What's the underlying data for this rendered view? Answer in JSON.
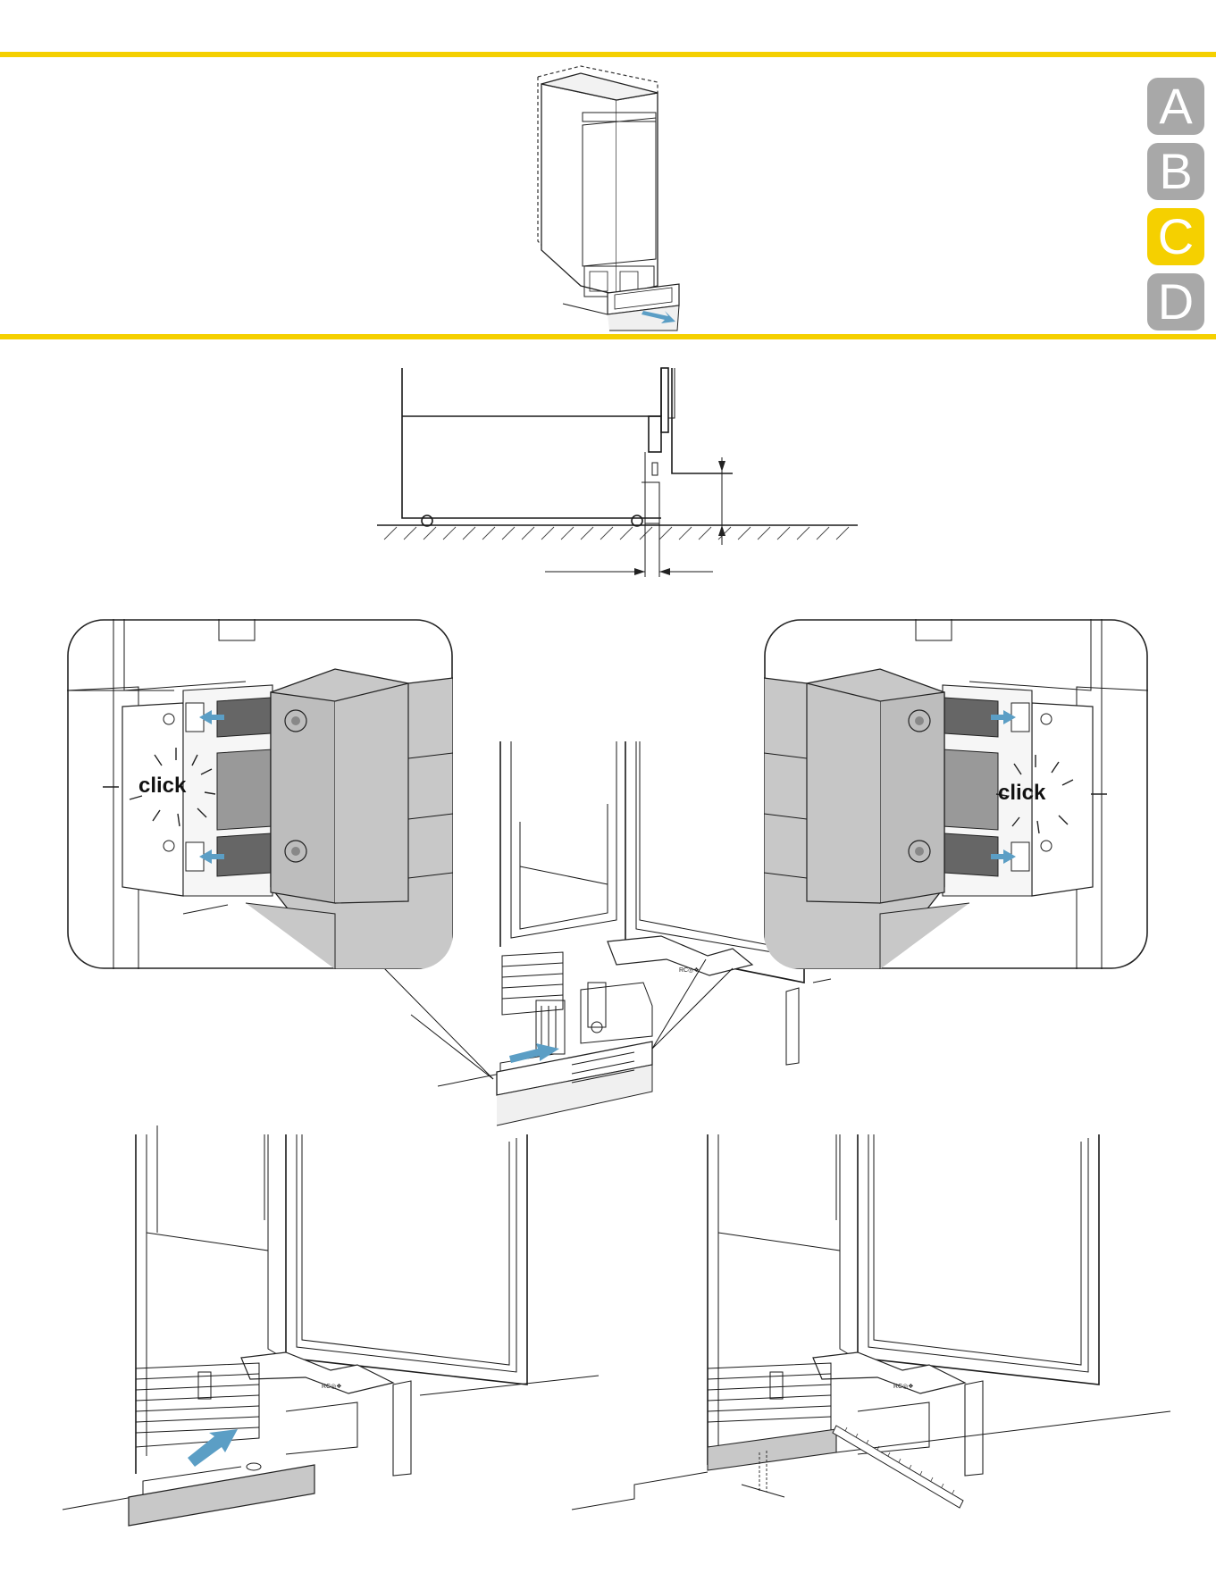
{
  "tabs": [
    {
      "letter": "A",
      "active": false
    },
    {
      "letter": "B",
      "active": false
    },
    {
      "letter": "C",
      "active": true
    },
    {
      "letter": "D",
      "active": false
    }
  ],
  "colors": {
    "accent_yellow": "#f5d000",
    "tab_inactive": "#a8a8a8",
    "arrow_blue": "#5b9ec5",
    "panel_gray": "#c8c8c8"
  },
  "callouts": {
    "left_click": "click",
    "right_click": "click"
  },
  "hinge_label": "RC◎❖"
}
